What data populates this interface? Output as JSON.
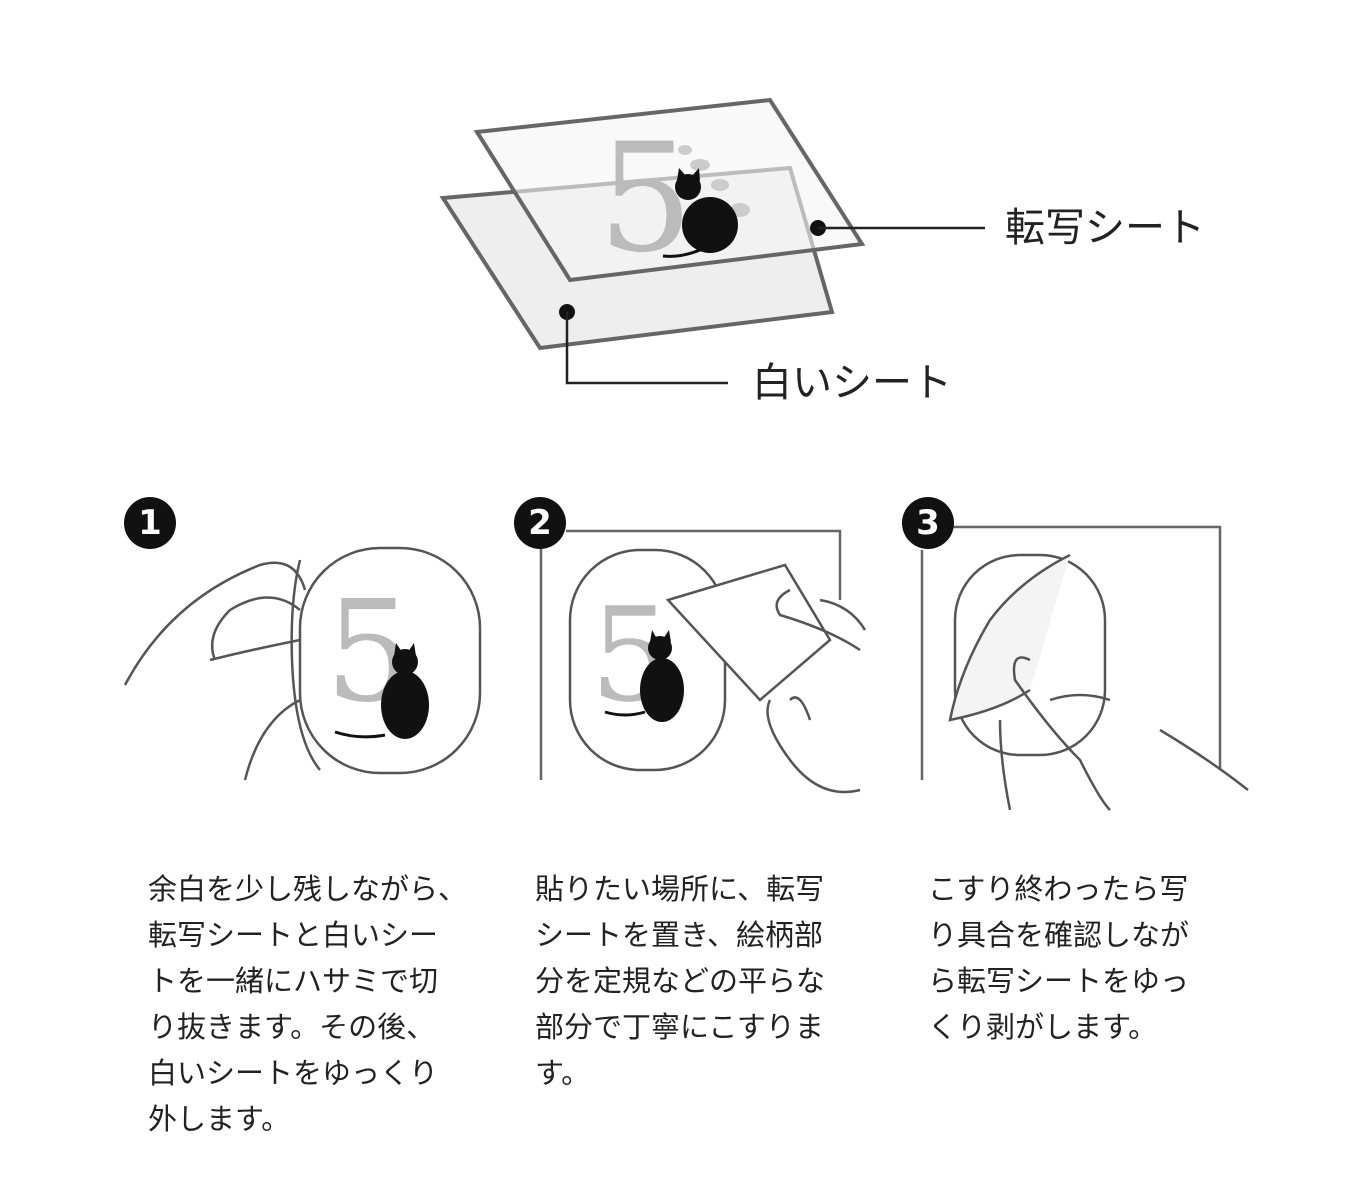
{
  "diagram": {
    "labels": {
      "transfer_sheet": "転写シート",
      "white_sheet": "白いシート"
    },
    "illustration_digit": "5"
  },
  "steps": [
    {
      "number": "1",
      "lines": [
        "余白を少し残しながら、",
        "転写シートと白いシー",
        "トを一緒にハサミで切",
        "り抜きます。その後、",
        "白いシートをゆっくり",
        "外します。"
      ]
    },
    {
      "number": "2",
      "lines": [
        "貼りたい場所に、転写",
        "シートを置き、絵柄部",
        "分を定規などの平らな",
        "部分で丁寧にこすりま",
        "す。"
      ]
    },
    {
      "number": "3",
      "lines": [
        "こすり終わったら写",
        "り具合を確認しなが",
        "ら転写シートをゆっ",
        "くり剥がします。"
      ]
    }
  ],
  "colors": {
    "line": "#555555",
    "sheet_fill": "#eeeeee",
    "badge": "#111111"
  }
}
